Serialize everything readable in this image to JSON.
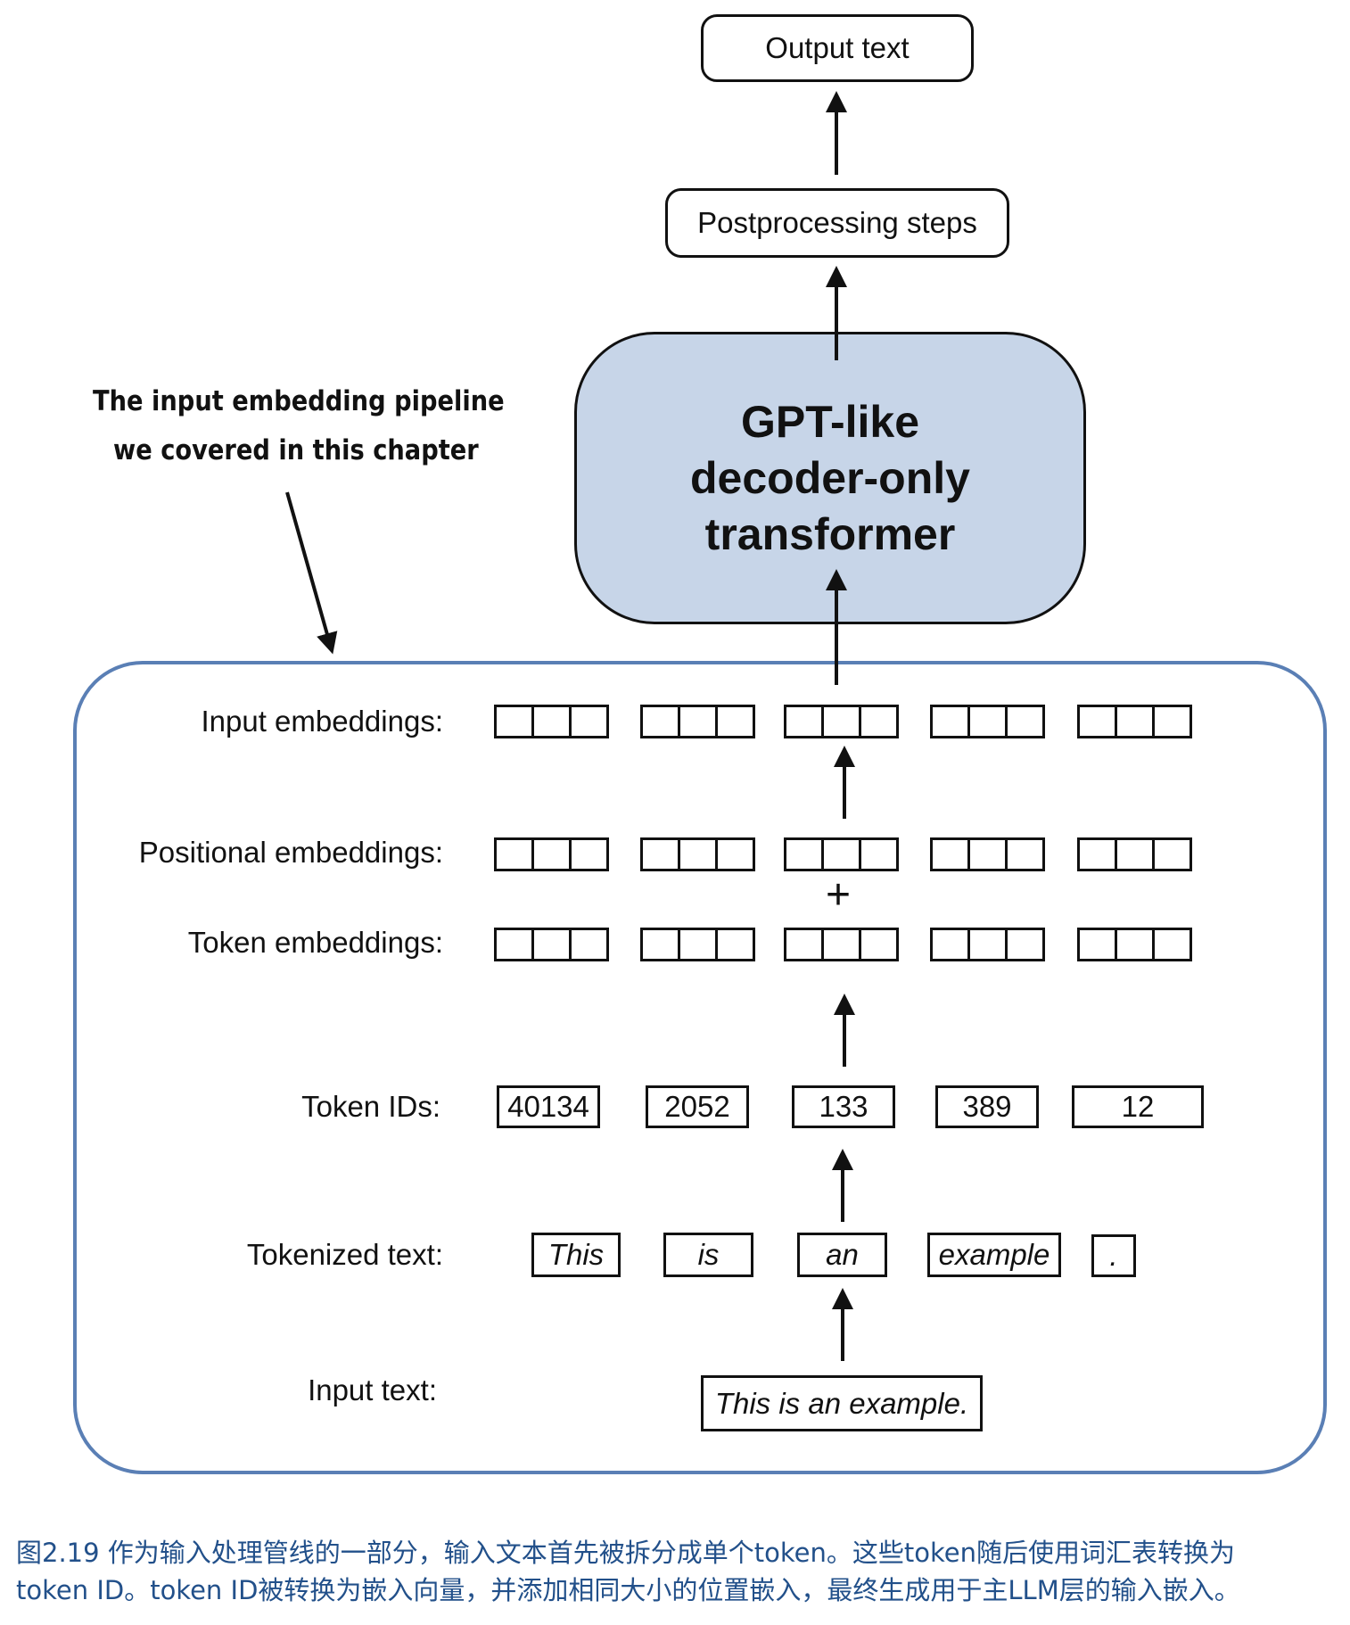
{
  "top": {
    "output_text": "Output text",
    "postprocessing": "Postprocessing steps",
    "transformer_lines": [
      "GPT-like",
      "decoder-only",
      "transformer"
    ]
  },
  "annotation": {
    "line1": "The input embedding pipeline",
    "line2": "we covered in this chapter"
  },
  "pipeline": {
    "labels": {
      "input_embeddings": "Input embeddings:",
      "positional_embeddings": "Positional embeddings:",
      "token_embeddings": "Token embeddings:",
      "token_ids": "Token IDs:",
      "tokenized_text": "Tokenized text:",
      "input_text": "Input text:"
    },
    "plus_sign": "+",
    "token_ids": [
      "40134",
      "2052",
      "133",
      "389",
      "12"
    ],
    "tokens": [
      "This",
      "is",
      "an",
      "example",
      "."
    ],
    "input_text": "This is an example."
  },
  "colors": {
    "transformer_fill": "#c7d5e8",
    "pipeline_border": "#5a7fb5",
    "caption_text": "#22508a"
  },
  "caption": {
    "line1": "图2.19 作为输入处理管线的一部分，输入文本首先被拆分成单个token。这些token随后使用词汇表转换为",
    "line2": "token ID。token ID被转换为嵌入向量，并添加相同大小的位置嵌入，最终生成用于主LLM层的输入嵌入。"
  }
}
